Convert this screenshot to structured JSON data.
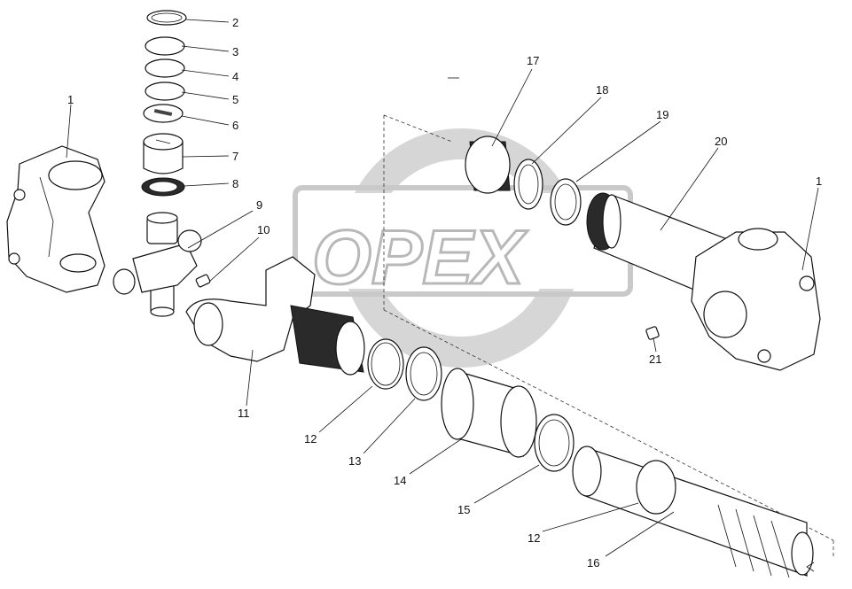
{
  "watermark": {
    "text": "OPEX"
  },
  "callouts": [
    "1",
    "2",
    "3",
    "4",
    "5",
    "6",
    "7",
    "8",
    "9",
    "10",
    "11",
    "12",
    "13",
    "14",
    "15",
    "16",
    "17",
    "18",
    "19",
    "20",
    "21"
  ],
  "labels": [
    {
      "id": "lbl-1a",
      "text": "1"
    },
    {
      "id": "lbl-2",
      "text": "2"
    },
    {
      "id": "lbl-3",
      "text": "3"
    },
    {
      "id": "lbl-4",
      "text": "4"
    },
    {
      "id": "lbl-5",
      "text": "5"
    },
    {
      "id": "lbl-6",
      "text": "6"
    },
    {
      "id": "lbl-7",
      "text": "7"
    },
    {
      "id": "lbl-8",
      "text": "8"
    },
    {
      "id": "lbl-9",
      "text": "9"
    },
    {
      "id": "lbl-10",
      "text": "10"
    },
    {
      "id": "lbl-11",
      "text": "11"
    },
    {
      "id": "lbl-12a",
      "text": "12"
    },
    {
      "id": "lbl-13",
      "text": "13"
    },
    {
      "id": "lbl-14",
      "text": "14"
    },
    {
      "id": "lbl-15",
      "text": "15"
    },
    {
      "id": "lbl-12b",
      "text": "12"
    },
    {
      "id": "lbl-16",
      "text": "16"
    },
    {
      "id": "lbl-17",
      "text": "17"
    },
    {
      "id": "lbl-18",
      "text": "18"
    },
    {
      "id": "lbl-19",
      "text": "19"
    },
    {
      "id": "lbl-20",
      "text": "20"
    },
    {
      "id": "lbl-1b",
      "text": "1"
    },
    {
      "id": "lbl-21",
      "text": "21"
    }
  ]
}
